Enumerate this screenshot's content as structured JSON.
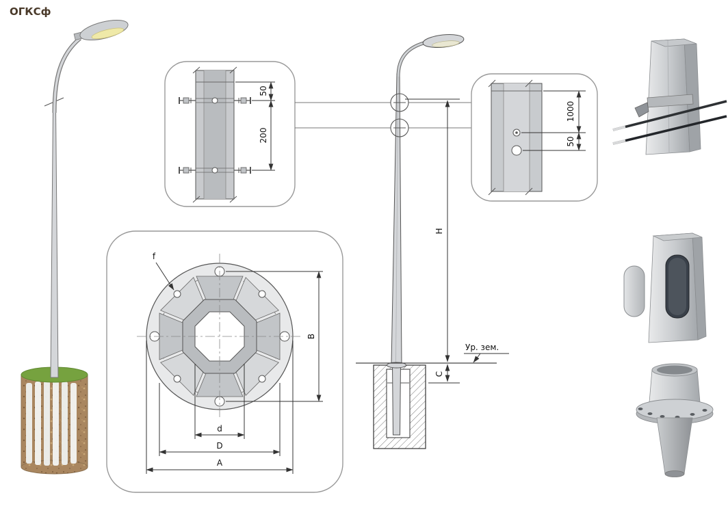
{
  "title": "ОГКСф",
  "detail_clamp": {
    "dim_top": "50",
    "dim_span": "200"
  },
  "detail_flange": {
    "f": "f",
    "B": "B",
    "d": "d",
    "D": "D",
    "A": "A"
  },
  "elevation": {
    "H": "H",
    "C": "C",
    "ground": "Ур. зем."
  },
  "detail_hole": {
    "dim_top": "1000",
    "dim_bottom": "50"
  },
  "colors": {
    "drawing_line": "#333333",
    "callout_stroke": "#999999",
    "metal_fill": "#d4d6d9",
    "grass": "#76a23f",
    "soil": "#a9865f",
    "lamp_glow": "#efe9a8"
  }
}
